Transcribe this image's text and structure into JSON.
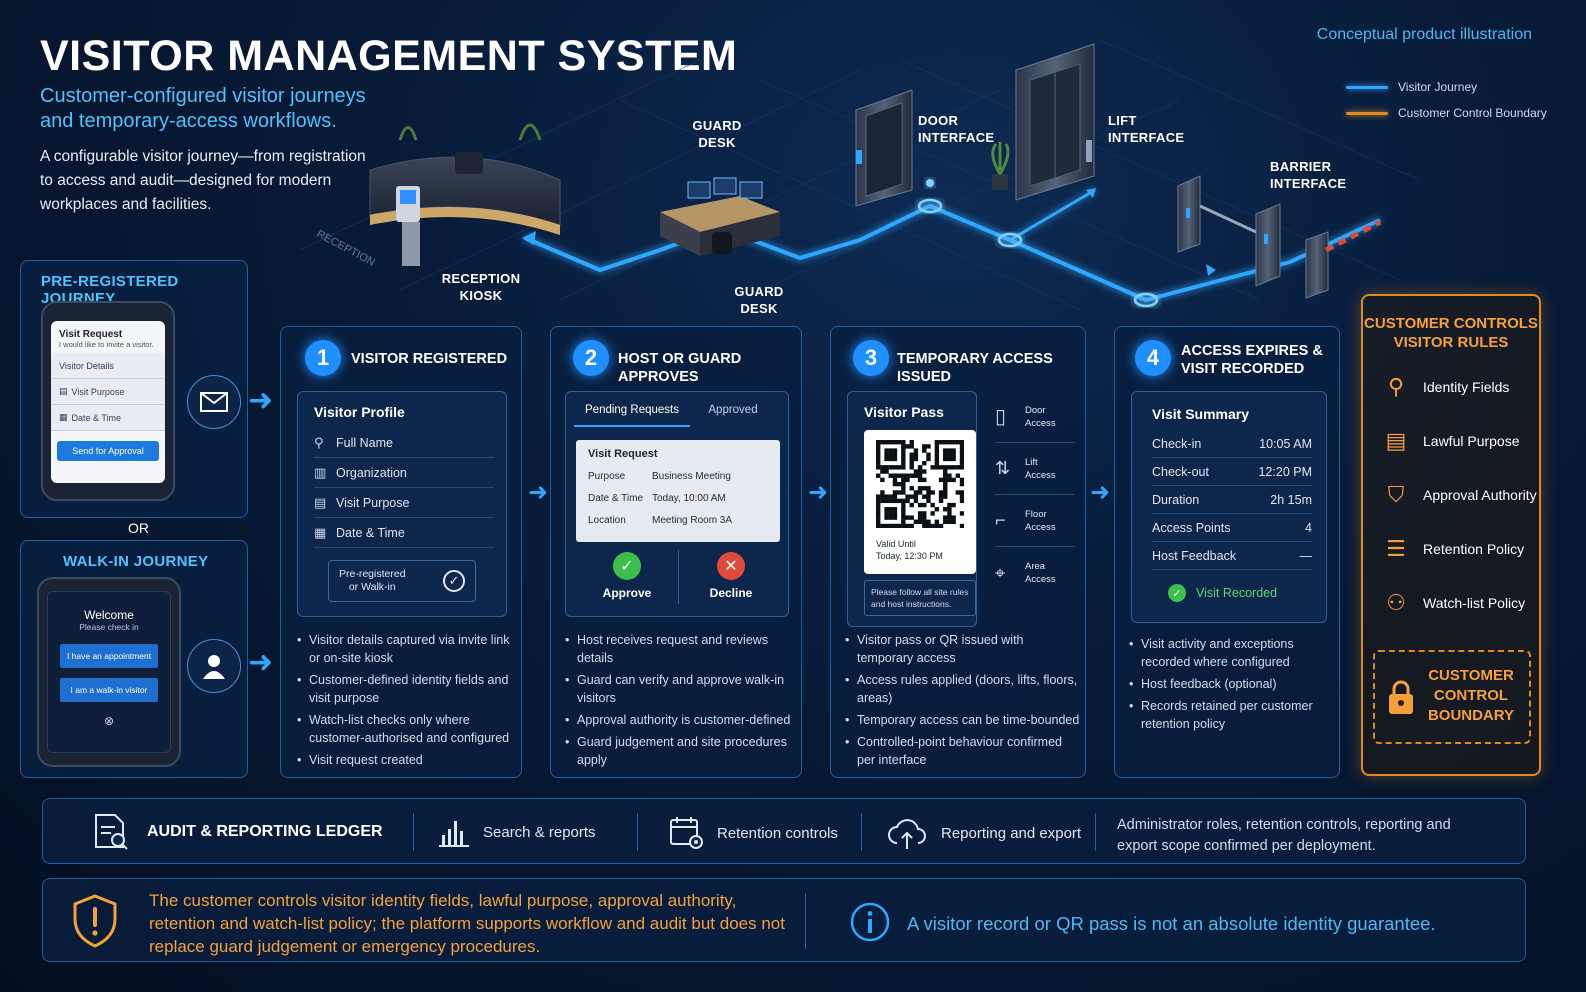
{
  "header": {
    "title": "VISITOR MANAGEMENT SYSTEM",
    "subtitle": "Customer-configured visitor journeys and temporary-access workflows.",
    "description": "A configurable visitor journey—from registration to access and audit—designed for modern workplaces and facilities.",
    "concept_note": "Conceptual product illustration"
  },
  "legend": {
    "visitor_journey": "Visitor Journey",
    "customer_boundary": "Customer Control Boundary"
  },
  "scene": {
    "reception_floor": "RECEPTION",
    "reception_kiosk": "RECEPTION\nKIOSK",
    "guard_desk_top": "GUARD\nDESK",
    "guard_desk_bottom": "GUARD\nDESK",
    "door_interface": "DOOR\nINTERFACE",
    "lift_interface": "LIFT\nINTERFACE",
    "barrier_interface": "BARRIER\nINTERFACE"
  },
  "pre_registered": {
    "title": "PRE-REGISTERED JOURNEY",
    "phone_title": "Visit Request",
    "phone_sub": "I would like to invite a visitor.",
    "rows": [
      "Visitor Details",
      "Visit Purpose",
      "Date & Time"
    ],
    "button": "Send for Approval"
  },
  "or_label": "OR",
  "walk_in": {
    "title": "WALK-IN JOURNEY",
    "welcome": "Welcome",
    "check_in": "Please check in",
    "btn1": "I have an appointment",
    "btn2": "I am a walk-in visitor"
  },
  "steps": {
    "s1": {
      "num": "1",
      "title": "VISITOR REGISTERED",
      "card_title": "Visitor Profile",
      "rows": [
        "Full Name",
        "Organization",
        "Visit Purpose",
        "Date & Time"
      ],
      "mode": "Pre-registered\nor Walk-in",
      "bullets": [
        "Visitor details captured via invite link or on-site kiosk",
        "Customer-defined identity fields and visit purpose",
        "Watch-list checks only where customer-authorised and configured",
        "Visit request created"
      ]
    },
    "s2": {
      "num": "2",
      "title": "HOST OR GUARD APPROVES",
      "tab_pending": "Pending Requests",
      "tab_approved": "Approved",
      "request_title": "Visit Request",
      "fields": [
        {
          "k": "Purpose",
          "v": "Business Meeting"
        },
        {
          "k": "Date & Time",
          "v": "Today, 10:00 AM"
        },
        {
          "k": "Location",
          "v": "Meeting Room 3A"
        }
      ],
      "approve": "Approve",
      "decline": "Decline",
      "bullets": [
        "Host receives request and reviews details",
        "Guard can verify and approve walk-in visitors",
        "Approval authority is customer-defined",
        "Guard judgement and site procedures apply"
      ]
    },
    "s3": {
      "num": "3",
      "title": "TEMPORARY ACCESS ISSUED",
      "card_title": "Visitor Pass",
      "valid": "Valid Until\nToday, 12:30 PM",
      "note": "Please follow all site rules\nand host instructions.",
      "access": [
        "Door\nAccess",
        "Lift\nAccess",
        "Floor\nAccess",
        "Area\nAccess"
      ],
      "bullets": [
        "Visitor pass or QR issued with temporary access",
        "Access rules applied (doors, lifts, floors, areas)",
        "Temporary access can be time-bounded",
        "Controlled-point behaviour confirmed per interface"
      ]
    },
    "s4": {
      "num": "4",
      "title": "ACCESS EXPIRES &\nVISIT RECORDED",
      "card_title": "Visit Summary",
      "rows": [
        {
          "k": "Check-in",
          "v": "10:05 AM"
        },
        {
          "k": "Check-out",
          "v": "12:20 PM"
        },
        {
          "k": "Duration",
          "v": "2h 15m"
        },
        {
          "k": "Access Points",
          "v": "4"
        },
        {
          "k": "Host Feedback",
          "v": "—"
        }
      ],
      "recorded": "Visit Recorded",
      "bullets": [
        "Visit activity and exceptions recorded where configured",
        "Host feedback (optional)",
        "Records retained per customer retention policy"
      ]
    }
  },
  "controls": {
    "title": "CUSTOMER CONTROLS\nVISITOR RULES",
    "items": [
      "Identity Fields",
      "Lawful Purpose",
      "Approval Authority",
      "Retention Policy",
      "Watch-list Policy"
    ],
    "boundary": "CUSTOMER\nCONTROL\nBOUNDARY"
  },
  "audit_bar": {
    "title": "AUDIT & REPORTING LEDGER",
    "search": "Search & reports",
    "retention": "Retention controls",
    "export": "Reporting and export",
    "note": "Administrator roles, retention controls, reporting and export scope confirmed per deployment."
  },
  "warning_bar": {
    "left": "The customer controls visitor identity fields, lawful purpose, approval authority, retention and watch-list policy; the platform supports workflow and audit but does not replace guard judgement or emergency procedures.",
    "right": "A visitor record or QR pass is not an absolute identity guarantee."
  },
  "colors": {
    "accent_blue": "#2fa7ff",
    "accent_orange": "#e08a1e",
    "approve_green": "#3bbf4a",
    "decline_red": "#e04a3a"
  }
}
